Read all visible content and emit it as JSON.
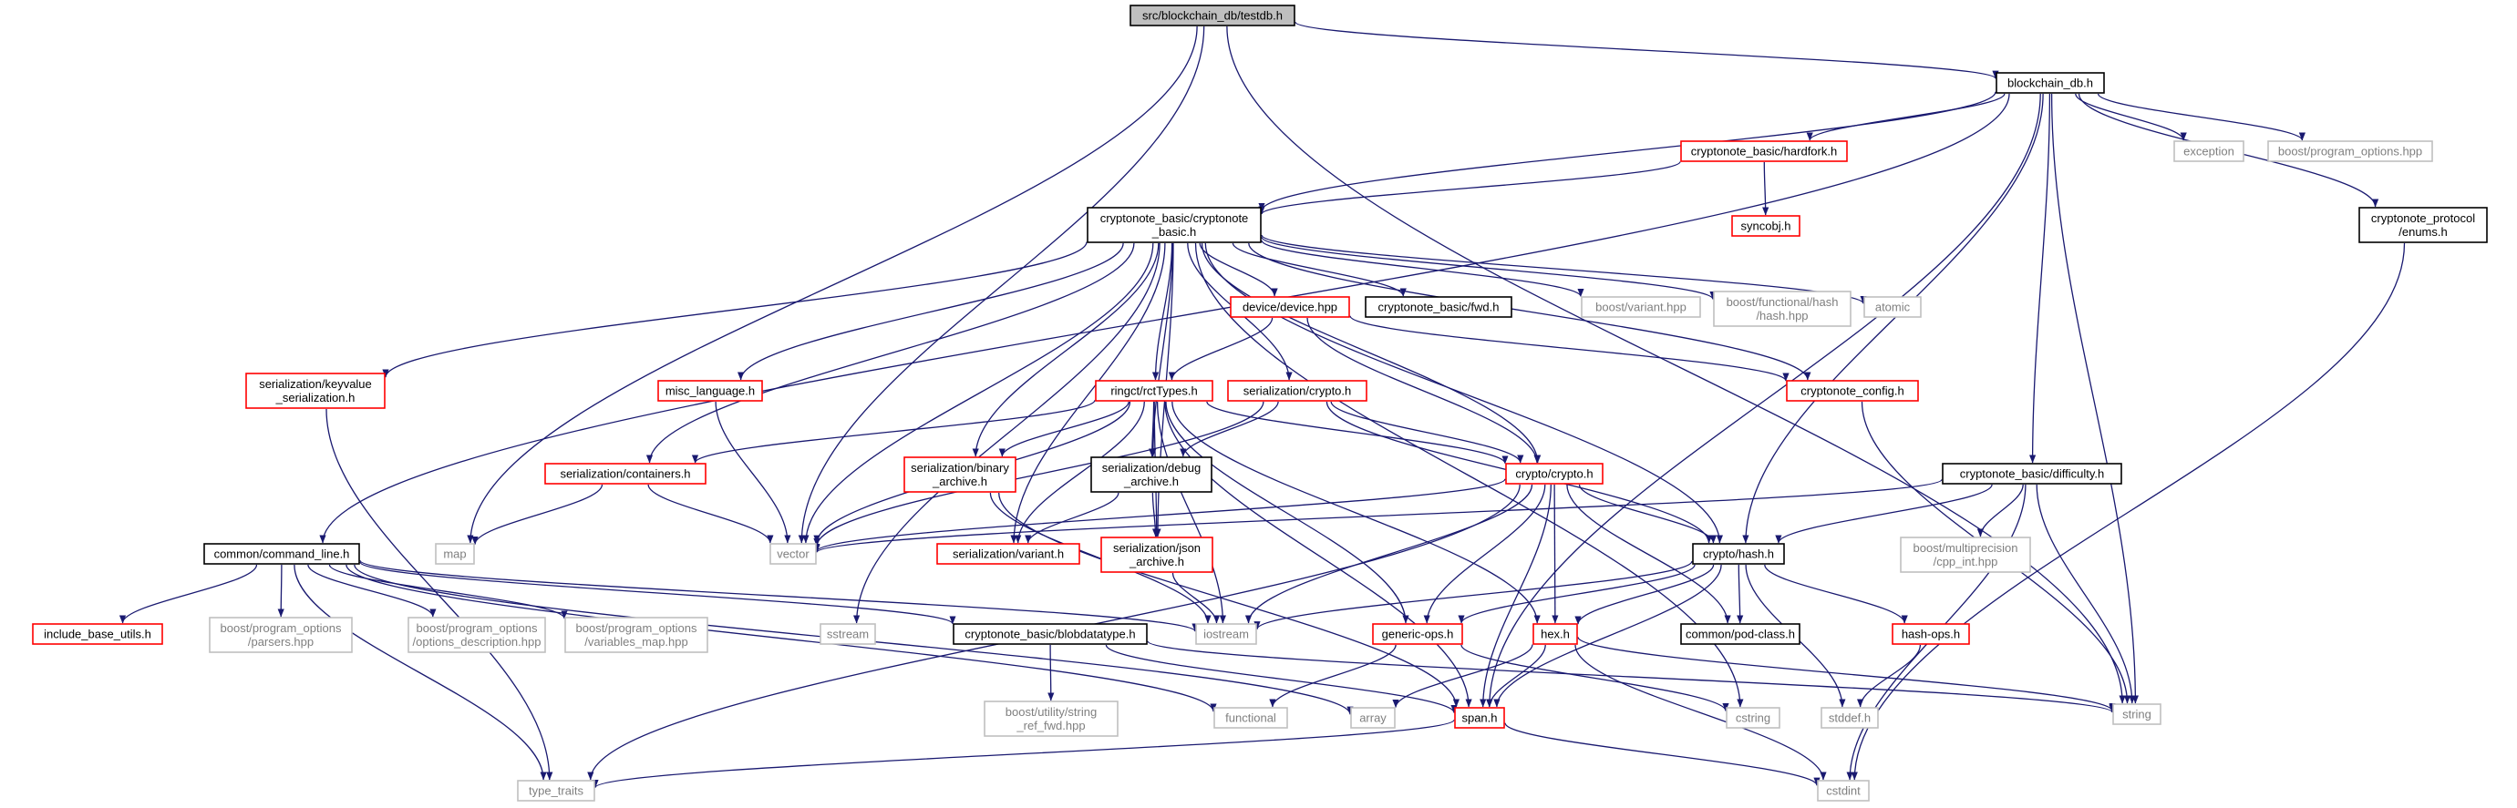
{
  "graph": {
    "colors": {
      "edge": "#191970",
      "root_fill": "#bfbfbf",
      "local_border": "#000000",
      "truncated_border": "#ff0000",
      "system_border": "#bfbfbf",
      "system_text": "#7f7f7f"
    },
    "nodes": [
      {
        "id": "root",
        "lines": [
          "src/blockchain_db/testdb.h"
        ],
        "kind": "root"
      },
      {
        "id": "blockchain_db",
        "lines": [
          "blockchain_db.h"
        ],
        "kind": "local"
      },
      {
        "id": "map",
        "lines": [
          "map"
        ],
        "kind": "system"
      },
      {
        "id": "vector",
        "lines": [
          "vector"
        ],
        "kind": "system"
      },
      {
        "id": "string",
        "lines": [
          "string"
        ],
        "kind": "system"
      },
      {
        "id": "hardfork",
        "lines": [
          "cryptonote_basic/hardfork.h"
        ],
        "kind": "truncated"
      },
      {
        "id": "exception",
        "lines": [
          "exception"
        ],
        "kind": "system"
      },
      {
        "id": "program_options",
        "lines": [
          "boost/program_options.hpp"
        ],
        "kind": "system"
      },
      {
        "id": "protocol_enums",
        "lines": [
          "cryptonote_protocol",
          "/enums.h"
        ],
        "kind": "local"
      },
      {
        "id": "syncobj",
        "lines": [
          "syncobj.h"
        ],
        "kind": "truncated"
      },
      {
        "id": "cn_basic",
        "lines": [
          "cryptonote_basic/cryptonote",
          "_basic.h"
        ],
        "kind": "local"
      },
      {
        "id": "device",
        "lines": [
          "device/device.hpp"
        ],
        "kind": "truncated"
      },
      {
        "id": "cn_fwd",
        "lines": [
          "cryptonote_basic/fwd.h"
        ],
        "kind": "local"
      },
      {
        "id": "boost_variant",
        "lines": [
          "boost/variant.hpp"
        ],
        "kind": "system"
      },
      {
        "id": "boost_hash",
        "lines": [
          "boost/functional/hash",
          "/hash.hpp"
        ],
        "kind": "system"
      },
      {
        "id": "atomic",
        "lines": [
          "atomic"
        ],
        "kind": "system"
      },
      {
        "id": "kv_ser",
        "lines": [
          "serialization/keyvalue",
          "_serialization.h"
        ],
        "kind": "truncated"
      },
      {
        "id": "misc_language",
        "lines": [
          "misc_language.h"
        ],
        "kind": "truncated"
      },
      {
        "id": "rct_types",
        "lines": [
          "ringct/rctTypes.h"
        ],
        "kind": "truncated"
      },
      {
        "id": "ser_crypto",
        "lines": [
          "serialization/crypto.h"
        ],
        "kind": "truncated"
      },
      {
        "id": "cn_config",
        "lines": [
          "cryptonote_config.h"
        ],
        "kind": "truncated"
      },
      {
        "id": "ser_containers",
        "lines": [
          "serialization/containers.h"
        ],
        "kind": "truncated"
      },
      {
        "id": "ser_binary",
        "lines": [
          "serialization/binary",
          "_archive.h"
        ],
        "kind": "truncated"
      },
      {
        "id": "ser_debug",
        "lines": [
          "serialization/debug",
          "_archive.h"
        ],
        "kind": "local"
      },
      {
        "id": "crypto_crypto",
        "lines": [
          "crypto/crypto.h"
        ],
        "kind": "truncated"
      },
      {
        "id": "cn_difficulty",
        "lines": [
          "cryptonote_basic/difficulty.h"
        ],
        "kind": "local"
      },
      {
        "id": "ser_variant",
        "lines": [
          "serialization/variant.h"
        ],
        "kind": "truncated"
      },
      {
        "id": "ser_json",
        "lines": [
          "serialization/json",
          "_archive.h"
        ],
        "kind": "truncated"
      },
      {
        "id": "crypto_hash",
        "lines": [
          "crypto/hash.h"
        ],
        "kind": "local"
      },
      {
        "id": "multiprecision",
        "lines": [
          "boost/multiprecision",
          "/cpp_int.hpp"
        ],
        "kind": "system"
      },
      {
        "id": "command_line",
        "lines": [
          "common/command_line.h"
        ],
        "kind": "local"
      },
      {
        "id": "include_base_utils",
        "lines": [
          "include_base_utils.h"
        ],
        "kind": "truncated"
      },
      {
        "id": "po_parsers",
        "lines": [
          "boost/program_options",
          "/parsers.hpp"
        ],
        "kind": "system"
      },
      {
        "id": "po_desc",
        "lines": [
          "boost/program_options",
          "/options_description.hpp"
        ],
        "kind": "system"
      },
      {
        "id": "po_varmap",
        "lines": [
          "boost/program_options",
          "/variables_map.hpp"
        ],
        "kind": "system"
      },
      {
        "id": "sstream",
        "lines": [
          "sstream"
        ],
        "kind": "system"
      },
      {
        "id": "blobdatatype",
        "lines": [
          "cryptonote_basic/blobdatatype.h"
        ],
        "kind": "local"
      },
      {
        "id": "iostream",
        "lines": [
          "iostream"
        ],
        "kind": "system"
      },
      {
        "id": "generic_ops",
        "lines": [
          "generic-ops.h"
        ],
        "kind": "truncated"
      },
      {
        "id": "hex",
        "lines": [
          "hex.h"
        ],
        "kind": "truncated"
      },
      {
        "id": "pod_class",
        "lines": [
          "common/pod-class.h"
        ],
        "kind": "local"
      },
      {
        "id": "hash_ops",
        "lines": [
          "hash-ops.h"
        ],
        "kind": "truncated"
      },
      {
        "id": "string_ref_fwd",
        "lines": [
          "boost/utility/string",
          "_ref_fwd.hpp"
        ],
        "kind": "system"
      },
      {
        "id": "functional",
        "lines": [
          "functional"
        ],
        "kind": "system"
      },
      {
        "id": "array",
        "lines": [
          "array"
        ],
        "kind": "system"
      },
      {
        "id": "span",
        "lines": [
          "span.h"
        ],
        "kind": "truncated"
      },
      {
        "id": "cstring",
        "lines": [
          "cstring"
        ],
        "kind": "system"
      },
      {
        "id": "stddef",
        "lines": [
          "stddef.h"
        ],
        "kind": "system"
      },
      {
        "id": "type_traits",
        "lines": [
          "type_traits"
        ],
        "kind": "system"
      },
      {
        "id": "cstdint",
        "lines": [
          "cstdint"
        ],
        "kind": "system"
      }
    ],
    "edges": [
      [
        "root",
        "blockchain_db"
      ],
      [
        "root",
        "map"
      ],
      [
        "root",
        "vector"
      ],
      [
        "root",
        "string"
      ],
      [
        "blockchain_db",
        "command_line"
      ],
      [
        "blockchain_db",
        "hardfork"
      ],
      [
        "blockchain_db",
        "cn_basic"
      ],
      [
        "blockchain_db",
        "exception"
      ],
      [
        "blockchain_db",
        "program_options"
      ],
      [
        "blockchain_db",
        "protocol_enums"
      ],
      [
        "blockchain_db",
        "crypto_hash"
      ],
      [
        "blockchain_db",
        "cn_difficulty"
      ],
      [
        "blockchain_db",
        "string"
      ],
      [
        "blockchain_db",
        "span"
      ],
      [
        "hardfork",
        "syncobj"
      ],
      [
        "hardfork",
        "cn_basic"
      ],
      [
        "protocol_enums",
        "cstdint"
      ],
      [
        "cn_basic",
        "device"
      ],
      [
        "cn_basic",
        "cn_fwd"
      ],
      [
        "cn_basic",
        "boost_variant"
      ],
      [
        "cn_basic",
        "boost_hash"
      ],
      [
        "cn_basic",
        "atomic"
      ],
      [
        "cn_basic",
        "kv_ser"
      ],
      [
        "cn_basic",
        "misc_language"
      ],
      [
        "cn_basic",
        "rct_types"
      ],
      [
        "cn_basic",
        "ser_crypto"
      ],
      [
        "cn_basic",
        "cn_config"
      ],
      [
        "cn_basic",
        "ser_containers"
      ],
      [
        "cn_basic",
        "ser_binary"
      ],
      [
        "cn_basic",
        "ser_debug"
      ],
      [
        "cn_basic",
        "crypto_crypto"
      ],
      [
        "cn_basic",
        "ser_variant"
      ],
      [
        "cn_basic",
        "ser_json"
      ],
      [
        "cn_basic",
        "crypto_hash"
      ],
      [
        "cn_basic",
        "vector"
      ],
      [
        "cn_basic",
        "sstream"
      ],
      [
        "cn_basic",
        "cstring"
      ],
      [
        "device",
        "rct_types"
      ],
      [
        "device",
        "crypto_crypto"
      ],
      [
        "device",
        "cn_config"
      ],
      [
        "kv_ser",
        "type_traits"
      ],
      [
        "misc_language",
        "vector"
      ],
      [
        "cn_config",
        "string"
      ],
      [
        "rct_types",
        "ser_containers"
      ],
      [
        "rct_types",
        "ser_binary"
      ],
      [
        "rct_types",
        "ser_debug"
      ],
      [
        "rct_types",
        "crypto_crypto"
      ],
      [
        "rct_types",
        "ser_json"
      ],
      [
        "rct_types",
        "hex"
      ],
      [
        "rct_types",
        "generic_ops"
      ],
      [
        "rct_types",
        "iostream"
      ],
      [
        "rct_types",
        "span"
      ],
      [
        "rct_types",
        "vector"
      ],
      [
        "rct_types",
        "ser_variant"
      ],
      [
        "ser_crypto",
        "ser_debug"
      ],
      [
        "ser_crypto",
        "crypto_crypto"
      ],
      [
        "ser_crypto",
        "crypto_hash"
      ],
      [
        "ser_crypto",
        "vector"
      ],
      [
        "ser_containers",
        "map"
      ],
      [
        "ser_containers",
        "vector"
      ],
      [
        "ser_binary",
        "iostream"
      ],
      [
        "ser_binary",
        "span"
      ],
      [
        "ser_debug",
        "ser_variant"
      ],
      [
        "ser_debug",
        "ser_json"
      ],
      [
        "ser_json",
        "iostream"
      ],
      [
        "crypto_crypto",
        "crypto_hash"
      ],
      [
        "crypto_crypto",
        "vector"
      ],
      [
        "crypto_crypto",
        "iostream"
      ],
      [
        "crypto_crypto",
        "generic_ops"
      ],
      [
        "crypto_crypto",
        "hex"
      ],
      [
        "crypto_crypto",
        "pod_class"
      ],
      [
        "crypto_crypto",
        "span"
      ],
      [
        "crypto_crypto",
        "type_traits"
      ],
      [
        "cn_difficulty",
        "crypto_hash"
      ],
      [
        "cn_difficulty",
        "vector"
      ],
      [
        "cn_difficulty",
        "multiprecision"
      ],
      [
        "cn_difficulty",
        "string"
      ],
      [
        "cn_difficulty",
        "cstdint"
      ],
      [
        "crypto_hash",
        "iostream"
      ],
      [
        "crypto_hash",
        "generic_ops"
      ],
      [
        "crypto_hash",
        "hex"
      ],
      [
        "crypto_hash",
        "pod_class"
      ],
      [
        "crypto_hash",
        "hash_ops"
      ],
      [
        "crypto_hash",
        "span"
      ],
      [
        "crypto_hash",
        "stddef"
      ],
      [
        "command_line",
        "include_base_utils"
      ],
      [
        "command_line",
        "po_parsers"
      ],
      [
        "command_line",
        "po_desc"
      ],
      [
        "command_line",
        "po_varmap"
      ],
      [
        "command_line",
        "blobdatatype"
      ],
      [
        "command_line",
        "iostream"
      ],
      [
        "command_line",
        "functional"
      ],
      [
        "command_line",
        "array"
      ],
      [
        "command_line",
        "type_traits"
      ],
      [
        "blobdatatype",
        "string_ref_fwd"
      ],
      [
        "blobdatatype",
        "span"
      ],
      [
        "blobdatatype",
        "string"
      ],
      [
        "generic_ops",
        "functional"
      ],
      [
        "generic_ops",
        "cstring"
      ],
      [
        "hex",
        "array"
      ],
      [
        "hex",
        "span"
      ],
      [
        "hex",
        "string"
      ],
      [
        "hex",
        "cstdint"
      ],
      [
        "hash_ops",
        "stddef"
      ],
      [
        "span",
        "type_traits"
      ],
      [
        "span",
        "cstdint"
      ]
    ]
  }
}
